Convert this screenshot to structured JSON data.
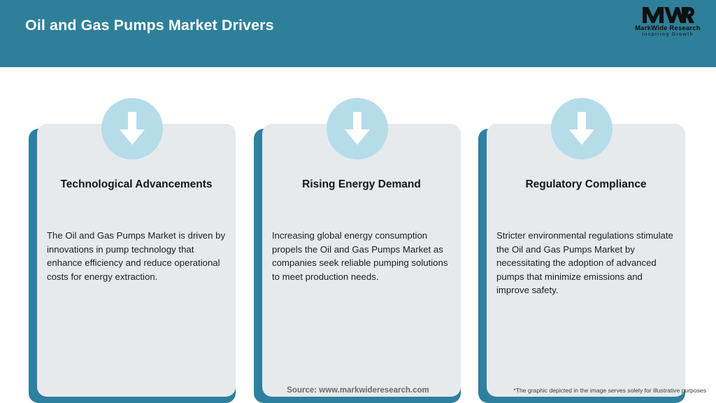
{
  "header": {
    "title": "Oil and Gas Pumps Market Drivers",
    "background_color": "#2E7F99",
    "title_color": "#FFFFFF"
  },
  "logo": {
    "mark": "MWR",
    "name": "MarkWide Research",
    "tagline": "Inspiring Growth"
  },
  "theme": {
    "accent_teal": "#2E80A0",
    "card_fill": "#E7EAEC",
    "icon_circle": "#B6DCEA",
    "icon_arrow": "#FFFFFF"
  },
  "cards": [
    {
      "icon": "arrow-down-icon",
      "title": "Technological Advancements",
      "body": "The Oil and Gas Pumps Market is driven by innovations in pump technology that enhance efficiency and reduce operational costs for energy extraction."
    },
    {
      "icon": "arrow-down-icon",
      "title": "Rising Energy Demand",
      "body": "Increasing global energy consumption propels the Oil and Gas Pumps Market as companies seek reliable pumping solutions to meet production needs."
    },
    {
      "icon": "arrow-down-icon",
      "title": "Regulatory Compliance",
      "body": "Stricter environmental regulations stimulate the Oil and Gas Pumps Market by necessitating the adoption of advanced pumps that minimize emissions and improve safety."
    }
  ],
  "footer": {
    "source": "Source: www.markwideresearch.com",
    "disclaimer": "*The graphic depicted in the image serves solely for illustrative purposes"
  }
}
